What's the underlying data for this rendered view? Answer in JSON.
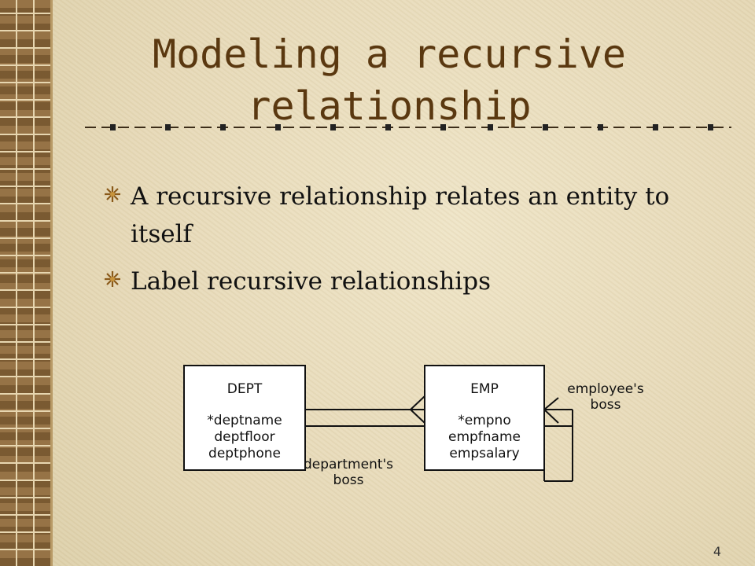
{
  "slide": {
    "title": "Modeling a recursive relationship",
    "bullets": [
      "A recursive relationship relates an entity to itself",
      "Label recursive relationships"
    ],
    "page_number": "4"
  },
  "diagram": {
    "entities": [
      {
        "name": "DEPT",
        "attributes": [
          "*deptname",
          "deptfloor",
          "deptphone"
        ]
      },
      {
        "name": "EMP",
        "attributes": [
          "*empno",
          "empfname",
          "empsalary"
        ]
      }
    ],
    "relationship_labels": {
      "department_boss": [
        "department's",
        "boss"
      ],
      "employee_boss": [
        "employee's",
        "boss"
      ]
    }
  },
  "colors": {
    "title": "#5a3810",
    "background": "#e8dcbd",
    "strip": "#8f6a3a"
  }
}
